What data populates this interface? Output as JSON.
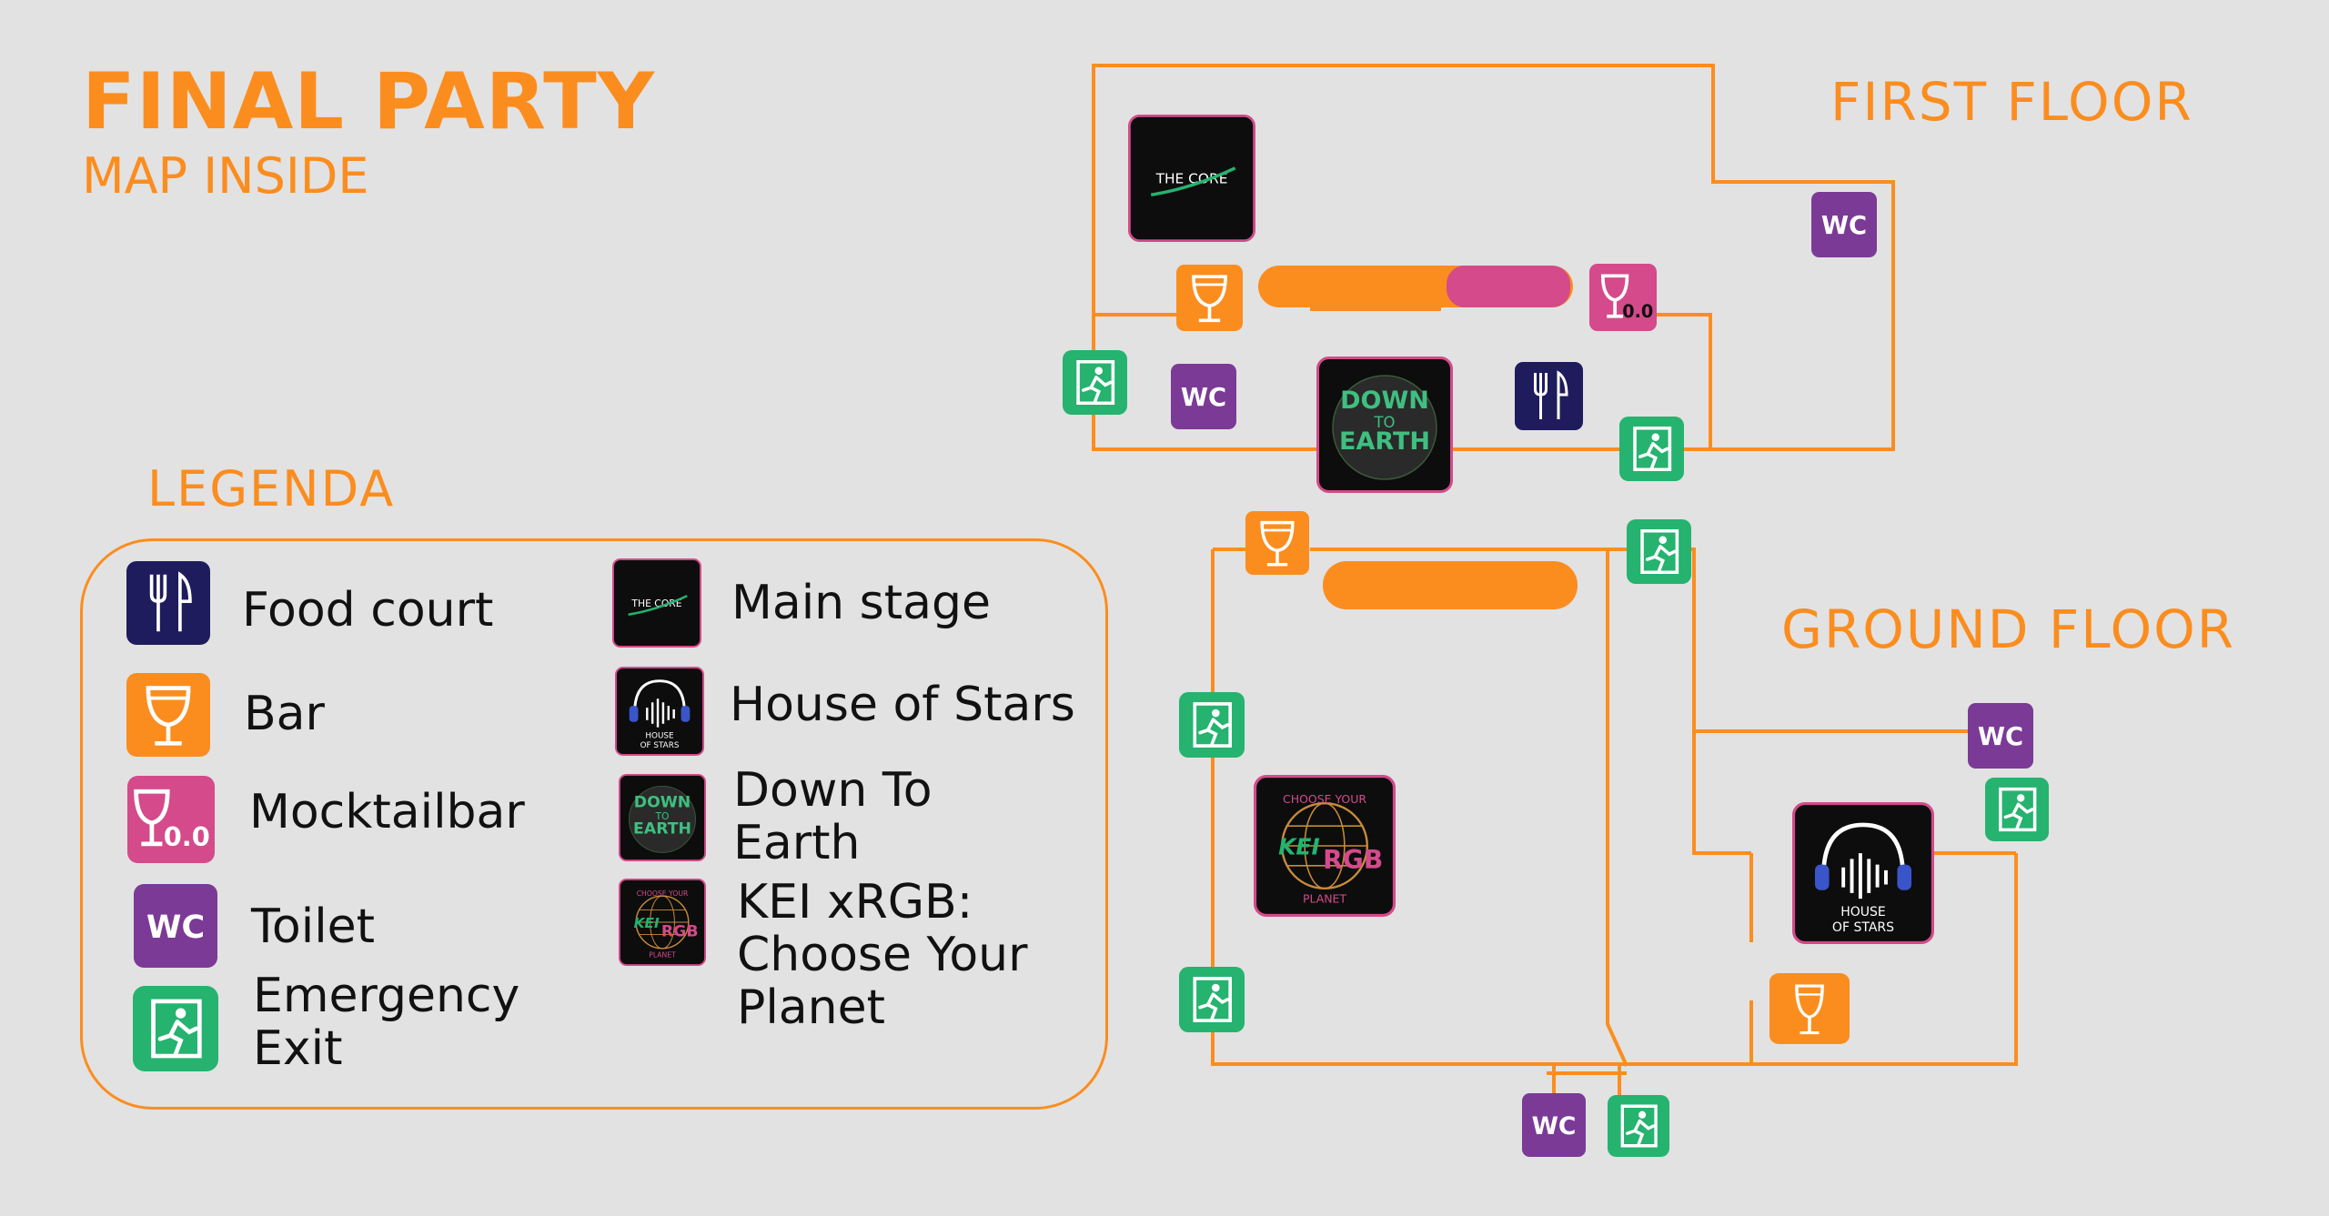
{
  "header": {
    "title": "FINAL PARTY",
    "subtitle": "MAP INSIDE"
  },
  "floors": {
    "first": "FIRST FLOOR",
    "ground": "GROUND FLOOR"
  },
  "legend": {
    "title": "LEGENDA",
    "items": [
      {
        "label": "Food court",
        "icon": "fork-knife-icon"
      },
      {
        "label": "Bar",
        "icon": "wine-glass-icon"
      },
      {
        "label": "Mocktailbar",
        "icon": "mocktail-glass-icon"
      },
      {
        "label": "Toilet",
        "icon": "wc-icon"
      },
      {
        "label": "Emergency Exit",
        "icon": "emergency-exit-icon"
      },
      {
        "label": "Main stage",
        "icon": "the-core-logo"
      },
      {
        "label": "House of Stars",
        "icon": "house-of-stars-logo"
      },
      {
        "label": "Down To Earth",
        "icon": "down-to-earth-logo"
      },
      {
        "label": "KEI xRGB: Choose Your Planet",
        "icon": "kei-xrgb-logo"
      }
    ]
  },
  "icon_text": {
    "wc": "WC",
    "mocktail": "0.0",
    "core": "THE CORE",
    "hos_1": "HOUSE",
    "hos_2": "OF STARS",
    "dte_1": "DOWN",
    "dte_2": "TO",
    "dte_3": "EARTH",
    "kei_1": "CHOOSE YOUR",
    "kei_2": "KEI",
    "kei_3": "RGB",
    "kei_4": "PLANET"
  },
  "colors": {
    "accent": "#fb8d1f",
    "mocktail": "#d44a8a",
    "toilet": "#7b3a96",
    "exit": "#25b36f",
    "food": "#1e1c5c",
    "stage": "#0d0d0d"
  }
}
